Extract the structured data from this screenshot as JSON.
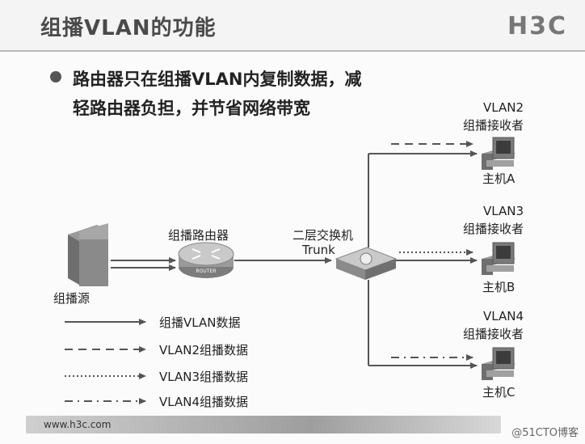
{
  "title": "组播VLAN的功能",
  "logo": "H3C",
  "bullet": {
    "line1": "路由器只在组播VLAN内复制数据，减",
    "line2": "轻路由器负担，并节省网络带宽"
  },
  "nodes": {
    "source": {
      "label": "组播源"
    },
    "router": {
      "label": "组播路由器",
      "badge": "ROUTER"
    },
    "switch": {
      "label": "二层交换机",
      "trunk": "Trunk"
    },
    "host_a": {
      "vlan": "VLAN2",
      "role": "组播接收者",
      "name": "主机A"
    },
    "host_b": {
      "vlan": "VLAN3",
      "role": "组播接收者",
      "name": "主机B"
    },
    "host_c": {
      "vlan": "VLAN4",
      "role": "组播接收者",
      "name": "主机C"
    }
  },
  "legend": [
    {
      "label": "组播VLAN数据"
    },
    {
      "label": "VLAN2组播数据"
    },
    {
      "label": "VLAN3组播数据"
    },
    {
      "label": "VLAN4组播数据"
    }
  ],
  "footer": {
    "url": "www.h3c.com"
  },
  "watermark": "@51CTO博客",
  "colors": {
    "line": "#555555",
    "title": "#4a4a4a"
  }
}
